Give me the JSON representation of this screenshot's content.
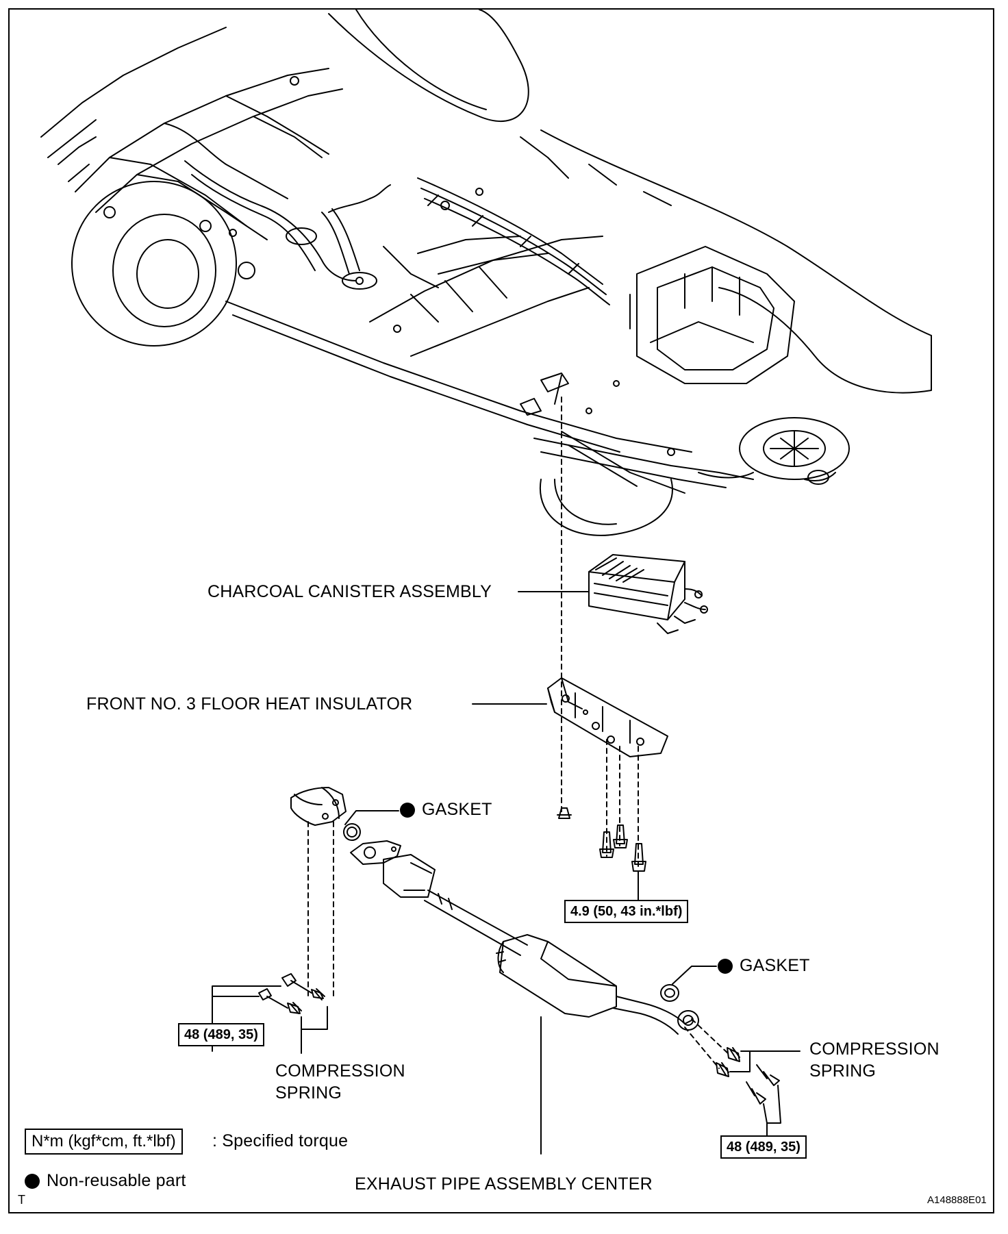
{
  "labels": {
    "charcoal_canister": "CHARCOAL CANISTER ASSEMBLY",
    "front_floor_insulator": "FRONT NO. 3 FLOOR HEAT INSULATOR",
    "gasket_upper": "GASKET",
    "gasket_lower": "GASKET",
    "compression_spring_left_line1": "COMPRESSION",
    "compression_spring_left_line2": "SPRING",
    "compression_spring_right_line1": "COMPRESSION",
    "compression_spring_right_line2": "SPRING",
    "exhaust_pipe_center": "EXHAUST PIPE ASSEMBLY CENTER"
  },
  "torques": {
    "insulator_bolts": "4.9 (50, 43 in.*lbf)",
    "front_flange": "48 (489, 35)",
    "rear_flange": "48 (489, 35)"
  },
  "legend": {
    "torque_unit": "N*m (kgf*cm, ft.*lbf)",
    "torque_desc": ": Specified torque",
    "nonreusable_desc": "Non-reusable part"
  },
  "footer": {
    "left_code": "T",
    "figure_id": "A148888E01"
  },
  "colors": {
    "line": "#000000",
    "background": "#ffffff"
  }
}
